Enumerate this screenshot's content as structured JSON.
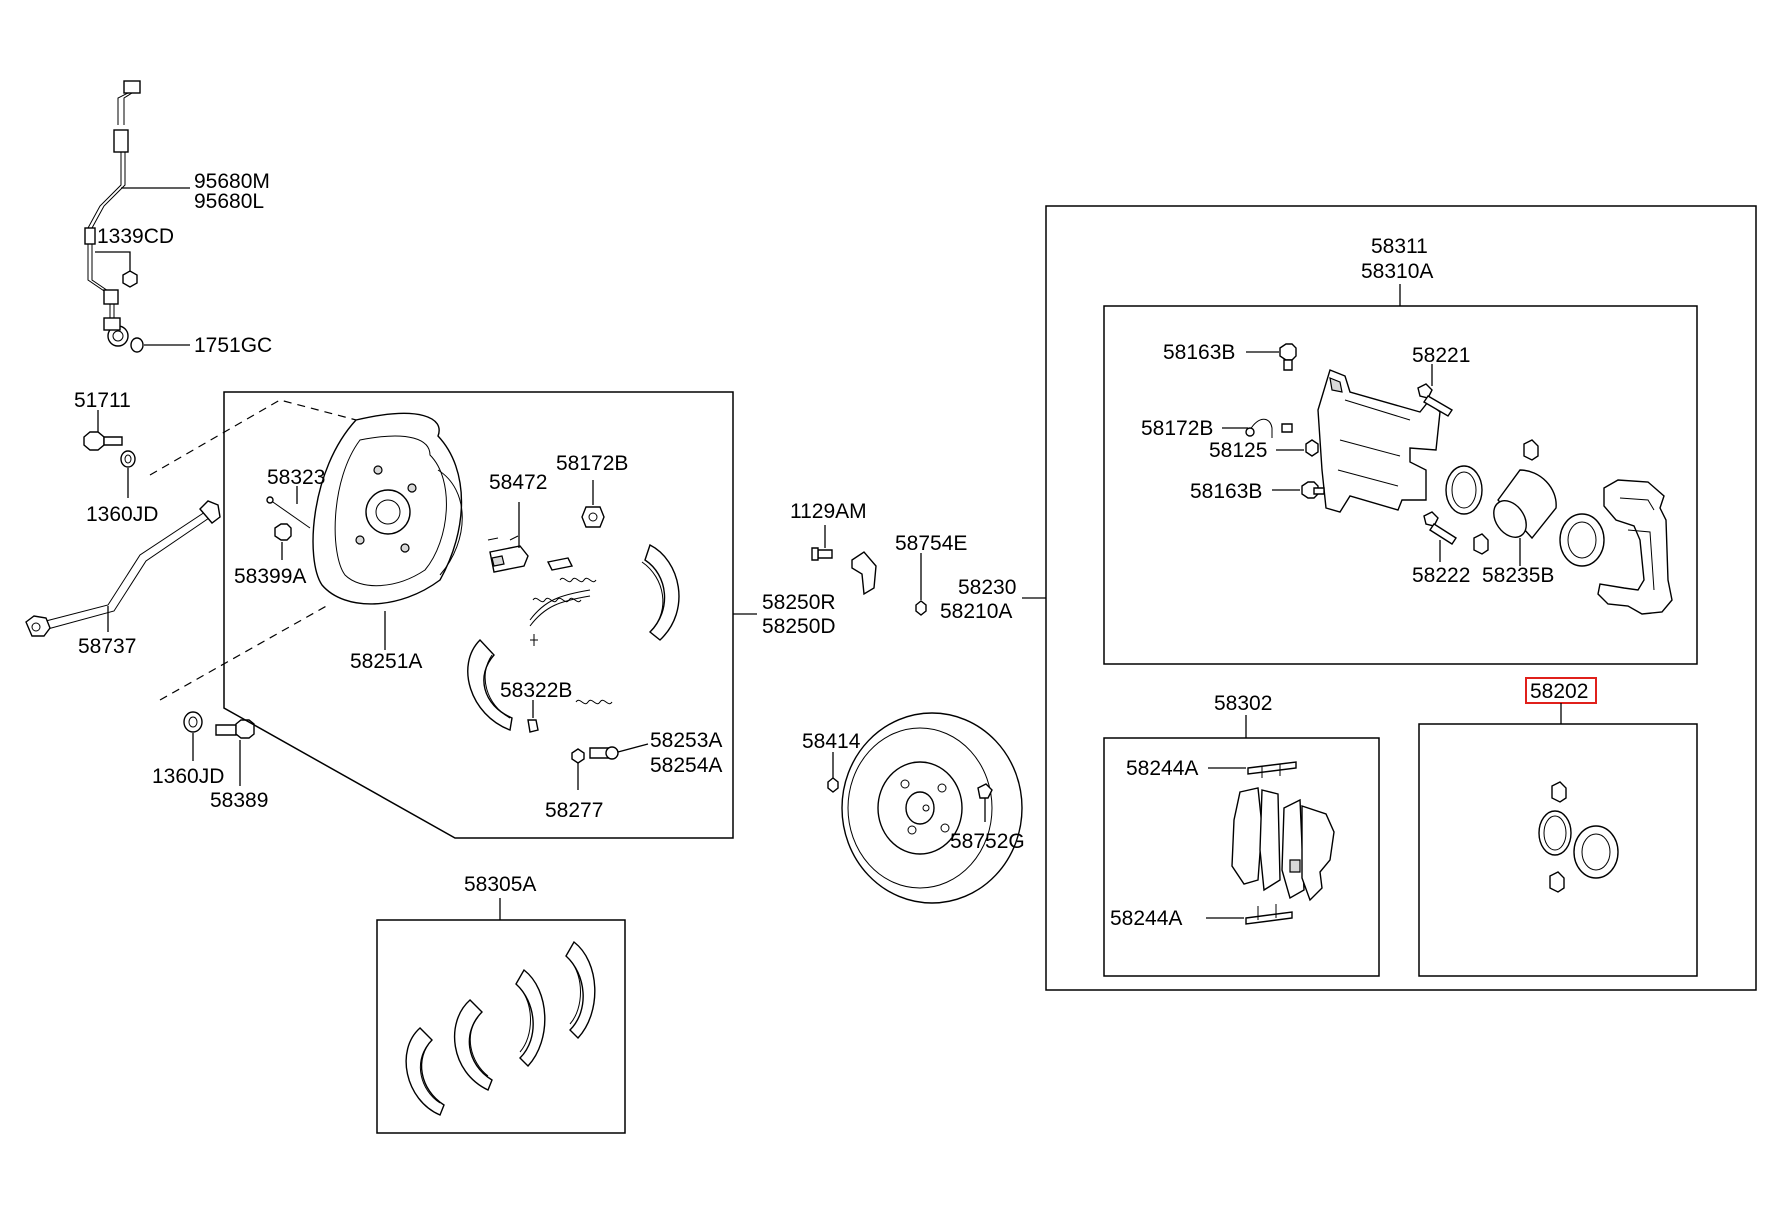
{
  "accent_color": "#e0201b",
  "labels": {
    "p95680M": "95680M",
    "p95680L": "95680L",
    "p1339CD": "1339CD",
    "p1751GC": "1751GC",
    "p51711": "51711",
    "p1360JD_top": "1360JD",
    "p58737": "58737",
    "p1360JD_bottom": "1360JD",
    "p58389": "58389",
    "p58323": "58323",
    "p58399A": "58399A",
    "p58251A": "58251A",
    "p58472": "58472",
    "p58172B_drum": "58172B",
    "p58322B": "58322B",
    "p58253A": "58253A",
    "p58254A": "58254A",
    "p58277": "58277",
    "p58250R": "58250R",
    "p58250D": "58250D",
    "p1129AM": "1129AM",
    "p58754E": "58754E",
    "p58230": "58230",
    "p58210A": "58210A",
    "p58414": "58414",
    "p58752G": "58752G",
    "p58305A": "58305A",
    "p58311": "58311",
    "p58310A": "58310A",
    "p58163B_top": "58163B",
    "p58172B_caliper": "58172B",
    "p58125": "58125",
    "p58163B_bottom": "58163B",
    "p58221": "58221",
    "p58222": "58222",
    "p58235B": "58235B",
    "p58302": "58302",
    "p58244A_top": "58244A",
    "p58244A_bottom": "58244A",
    "p58202": "58202"
  }
}
